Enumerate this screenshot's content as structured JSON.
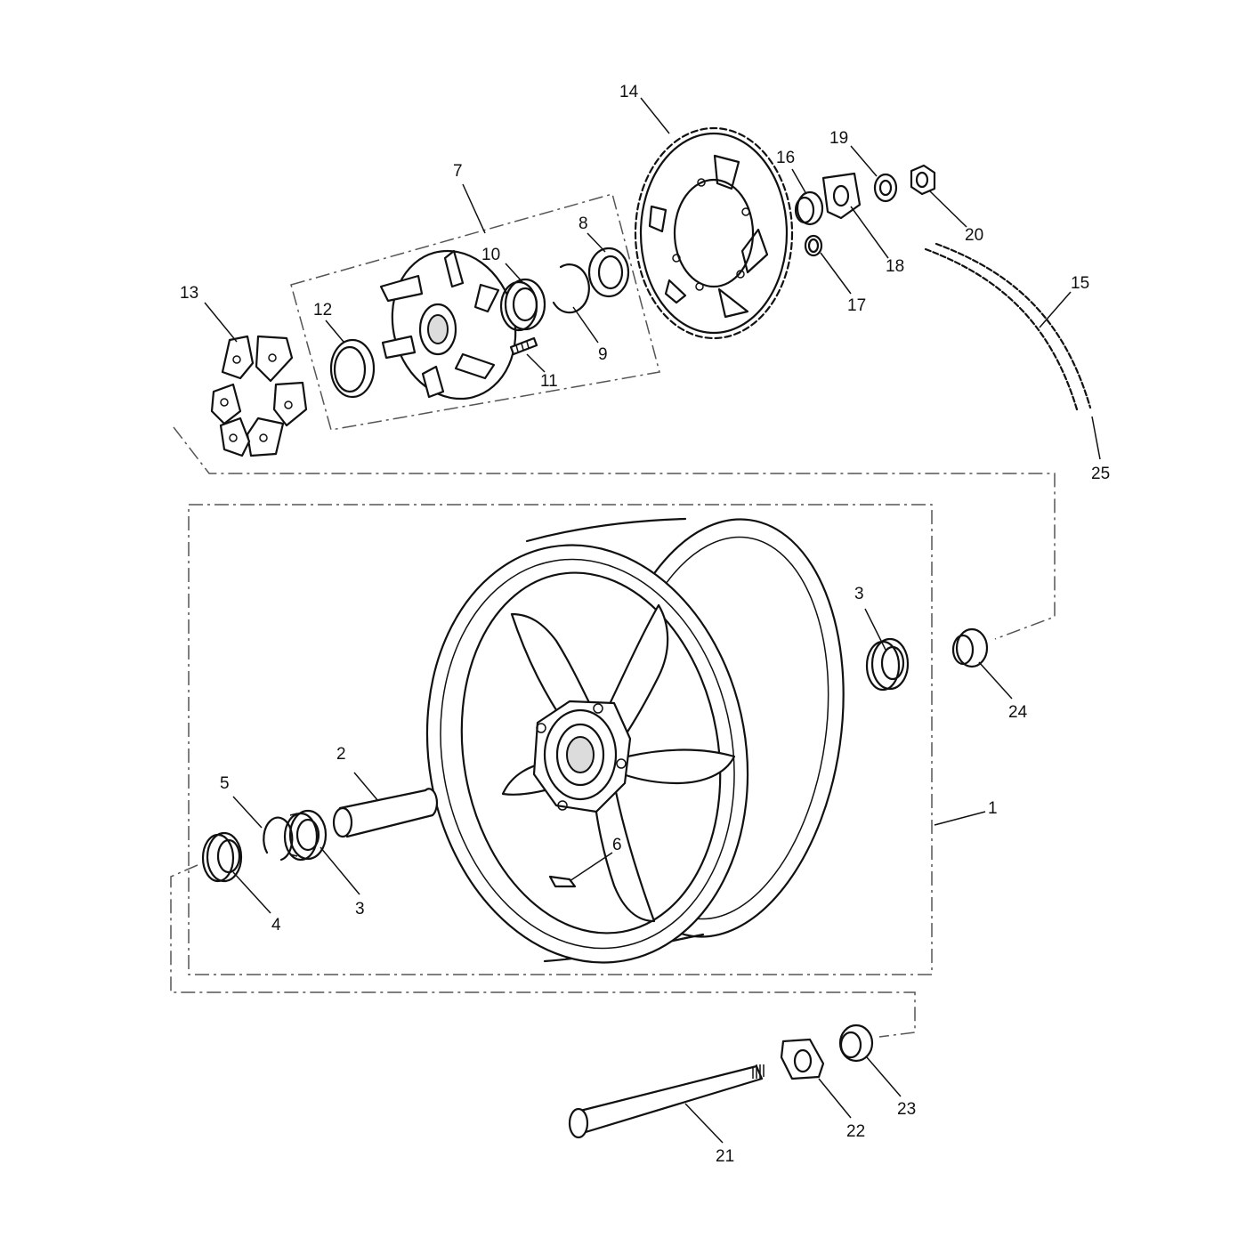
{
  "callouts": [
    {
      "id": "callout-1",
      "text": "1"
    },
    {
      "id": "callout-2",
      "text": "2"
    },
    {
      "id": "callout-3a",
      "text": "3"
    },
    {
      "id": "callout-3b",
      "text": "3"
    },
    {
      "id": "callout-4",
      "text": "4"
    },
    {
      "id": "callout-5",
      "text": "5"
    },
    {
      "id": "callout-6",
      "text": "6"
    },
    {
      "id": "callout-7",
      "text": "7"
    },
    {
      "id": "callout-8",
      "text": "8"
    },
    {
      "id": "callout-9",
      "text": "9"
    },
    {
      "id": "callout-10",
      "text": "10"
    },
    {
      "id": "callout-11",
      "text": "11"
    },
    {
      "id": "callout-12",
      "text": "12"
    },
    {
      "id": "callout-13",
      "text": "13"
    },
    {
      "id": "callout-14",
      "text": "14"
    },
    {
      "id": "callout-15",
      "text": "15"
    },
    {
      "id": "callout-16",
      "text": "16"
    },
    {
      "id": "callout-17",
      "text": "17"
    },
    {
      "id": "callout-18",
      "text": "18"
    },
    {
      "id": "callout-19",
      "text": "19"
    },
    {
      "id": "callout-20",
      "text": "20"
    },
    {
      "id": "callout-21",
      "text": "21"
    },
    {
      "id": "callout-22",
      "text": "22"
    },
    {
      "id": "callout-23",
      "text": "23"
    },
    {
      "id": "callout-24",
      "text": "24"
    },
    {
      "id": "callout-25",
      "text": "25"
    }
  ]
}
